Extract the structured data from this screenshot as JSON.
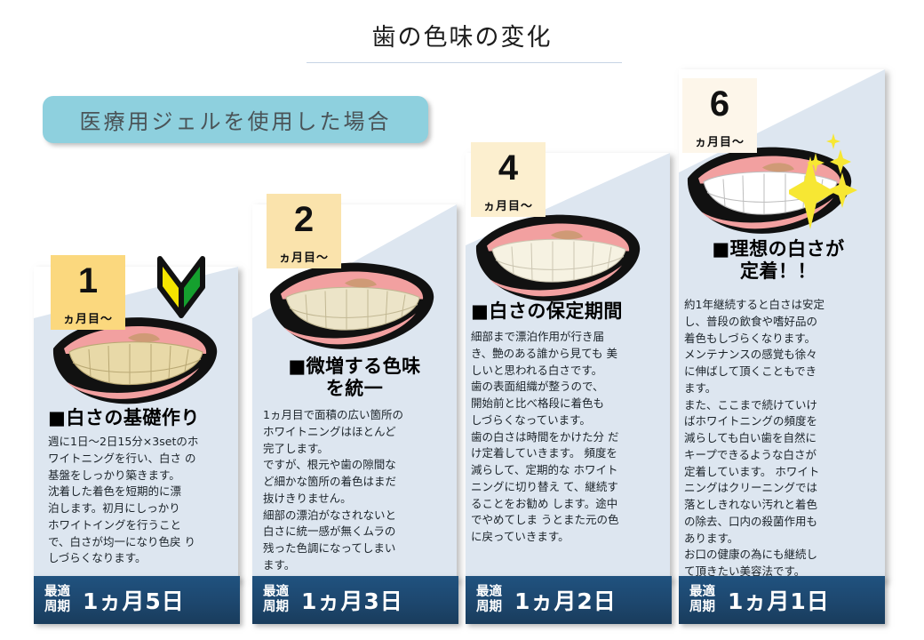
{
  "page": {
    "title": "歯の色味の変化",
    "banner_label": "医療用ジェルを使用した場合"
  },
  "colors": {
    "card_bg": "#dde6f0",
    "badge_1": "#fbd87e",
    "badge_2": "#fae3ac",
    "badge_3": "#fcefcf",
    "badge_4": "#fdf6ea",
    "banner": "#8ed0de",
    "cycle_bar": "#1d476e",
    "teeth_1": "#e8d9a8",
    "teeth_2": "#ece4c8",
    "teeth_3": "#f6f2e2",
    "teeth_4": "#ffffff",
    "lip": "#f2a0a0",
    "sparkle": "#f7e733"
  },
  "cycle_label": "最適\n周期",
  "columns": [
    {
      "number": "1",
      "month_suffix": "ヵ月目〜",
      "heading": "■白さの基礎作り",
      "body": "週に1日〜2日15分×3setのホ\nワイトニングを行い、白さ の\n基盤をしっかり築きます。\n沈着した着色を短期的に漂\n泊します。初月にしっかり\nホワイトイングを行うこと\nで、白さが均一になり色戻 り\nしづらくなります。",
      "cycle_value": "1ヵ月5日",
      "icon": "beginner-mark-icon",
      "sparkle": false
    },
    {
      "number": "2",
      "month_suffix": "ヵ月目〜",
      "heading": "■微増する色味\nを統一",
      "body": "1ヵ月目で面積の広い箇所の\nホワイトニングはほとんど\n完了します。\nですが、根元や歯の隙間な\nど細かな箇所の着色はまだ\n抜けきりません。\n細部の漂泊がなされないと\n白さに統一感が無くムラの\n残った色調になってしまい\nます。",
      "cycle_value": "1ヵ月3日",
      "icon": null,
      "sparkle": false
    },
    {
      "number": "4",
      "month_suffix": "ヵ月目〜",
      "heading": "■白さの保定期間",
      "body": "細部まで漂泊作用が行き届\nき、艶のある誰から見ても 美\nしいと思われる白さです。\n歯の表面組織が整うので、\n開始前と比べ格段に着色も\nしづらくなっています。\n歯の白さは時間をかけた分 だ\nけ定着していきます。 頻度を\n減らして、定期的な ホワイト\nニングに切り替え て、継続す\nることをお勧め します。途中\nでやめてしま うとまた元の色\nに戻っていきます。",
      "cycle_value": "1ヵ月2日",
      "icon": null,
      "sparkle": false
    },
    {
      "number": "6",
      "month_suffix": "ヵ月目〜",
      "heading": "■理想の白さが\n定着！！",
      "body": "約1年継続すると白さは安定\nし、普段の飲食や嗜好品の\n着色もしづらくなります。\nメンテナンスの感覚も徐々\nに伸ばして頂くこともでき\nます。\nまた、ここまで続けていけ\nばホワイトニングの頻度を\n減らしても白い歯を自然に\nキープできるような白さが\n定着しています。 ホワイト\nニングはクリーニングでは\n落としきれない汚れと着色\nの除去、口内の殺菌作用も\nあります。\nお口の健康の為にも継続し\nて頂きたい美容法です。",
      "cycle_value": "1ヵ月1日",
      "icon": null,
      "sparkle": true
    }
  ]
}
